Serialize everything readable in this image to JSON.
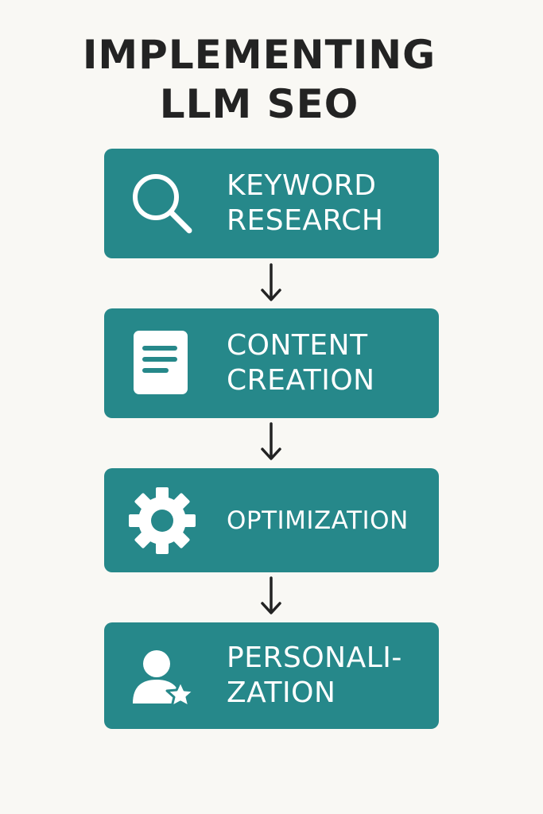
{
  "title": {
    "line1": "IMPLEMENTING",
    "line2": "LLM SEO"
  },
  "colors": {
    "background": "#f9f8f4",
    "box": "#26888a",
    "text_dark": "#232323",
    "text_light": "#ffffff"
  },
  "steps": [
    {
      "icon": "search-icon",
      "line1": "KEYWORD",
      "line2": "RESEARCH"
    },
    {
      "icon": "document-icon",
      "line1": "CONTENT",
      "line2": "CREATION"
    },
    {
      "icon": "gear-icon",
      "line1": "OPTIMIZATION"
    },
    {
      "icon": "user-star-icon",
      "line1": "PERSONALI-",
      "line2": "ZATION"
    }
  ]
}
